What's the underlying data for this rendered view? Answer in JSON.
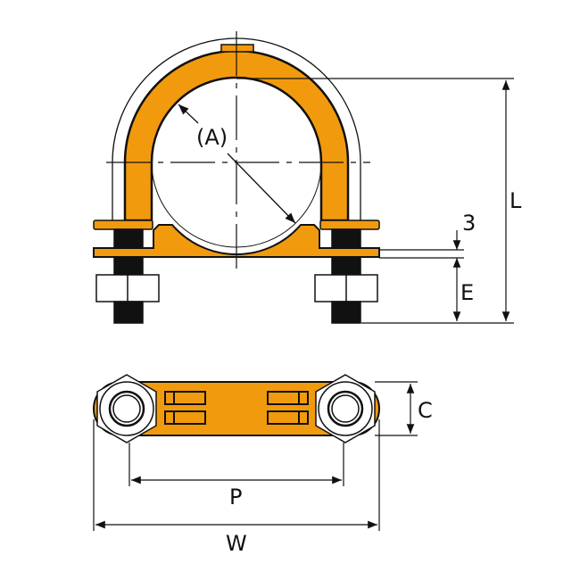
{
  "labels": {
    "diameter": "(A)",
    "height": "L",
    "thickness": "3",
    "e_dim": "E",
    "c_dim": "C",
    "pitch": "P",
    "width": "W"
  },
  "colors": {
    "body": "#F29A0E",
    "line": "#111111",
    "thread": "#111111"
  }
}
